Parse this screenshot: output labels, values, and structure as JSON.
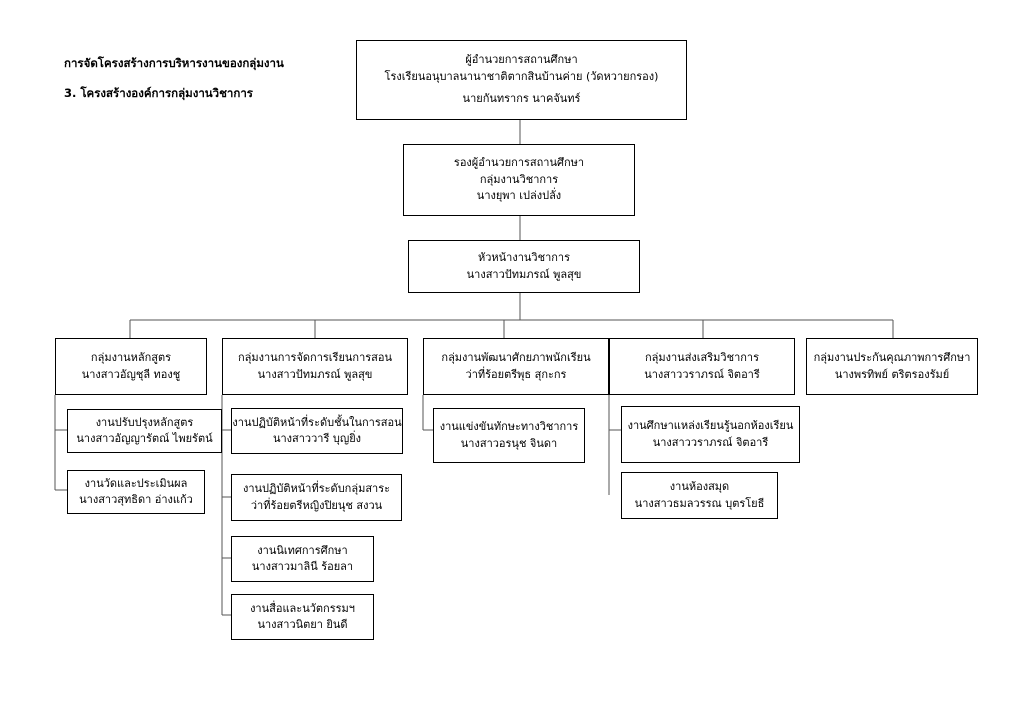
{
  "headings": {
    "title": "การจัดโครงสร้างการบริหารงานของกลุ่มงาน",
    "subtitle": "3. โครงสร้างองค์การกลุ่มงานวิชาการ"
  },
  "director": {
    "line1": "ผู้อำนวยการสถานศึกษา",
    "line2": "โรงเรียนอนุบาลนานาชาติตากสินบ้านค่าย (วัดหวายกรอง)",
    "name": "นายกันทรากร  นาคจันทร์"
  },
  "deputy": {
    "line1": "รองผู้อำนวยการสถานศึกษา",
    "line2": "กลุ่มงานวิชาการ",
    "name": "นางยุพา  เปล่งปลั่ง"
  },
  "head": {
    "line1": "หัวหน้างานวิชาการ",
    "name": "นางสาวปัทมภรณ์  พูลสุข"
  },
  "groups": [
    {
      "title": "กลุ่มงานหลักสูตร",
      "name": "นางสาวอัญชุลี   ทองชู",
      "tasks": [
        {
          "title": "งานปรับปรุงหลักสูตร",
          "name": "นางสาวอัญญารัตณ์  ไพยรัตน์"
        },
        {
          "title": "งานวัดและประเมินผล",
          "name": "นางสาวสุทธิดา  อ่างแก้ว"
        }
      ]
    },
    {
      "title": "กลุ่มงานการจัดการเรียนการสอน",
      "name": "นางสาวปัทมภรณ์   พูลสุข",
      "tasks": [
        {
          "title": "งานปฏิบัติหน้าที่ระดับชั้นในการสอน",
          "name": "นางสาววารี  บุญยิ่ง"
        },
        {
          "title": "งานปฏิบัติหน้าที่ระดับกลุ่มสาระ",
          "name": "ว่าที่ร้อยตรีหญิงปิยนุช สงวน"
        },
        {
          "title": "งานนิเทศการศึกษา",
          "name": "นางสาวมาลินี  ร้อยลา"
        },
        {
          "title": "งานสื่อและนวัตกรรมฯ",
          "name": "นางสาวนิตยา  ยินดี"
        }
      ]
    },
    {
      "title": "กลุ่มงานพัฒนาศักยภาพนักเรียน",
      "name": "ว่าที่ร้อยตรีพุธ  สุกะกร",
      "tasks": [
        {
          "title": "งานแข่งขันทักษะทางวิชาการ",
          "name": "นางสาวอรนุช  จินดา"
        }
      ]
    },
    {
      "title": "กลุ่มงานส่งเสริมวิชาการ",
      "name": "นางสาววราภรณ์  จิตอารี",
      "tasks": [
        {
          "title": "งานศึกษาแหล่งเรียนรู้นอกห้องเรียน",
          "name": "นางสาววราภรณ์  จิตอารี"
        },
        {
          "title": "งานห้องสมุด",
          "name": "นางสาวธมลวรรณ  บุตรโยธี"
        }
      ]
    },
    {
      "title": "กลุ่มงานประกันคุณภาพการศึกษา",
      "name": "นางพรทิพย์  ตริตรองรัมย์",
      "tasks": []
    }
  ]
}
